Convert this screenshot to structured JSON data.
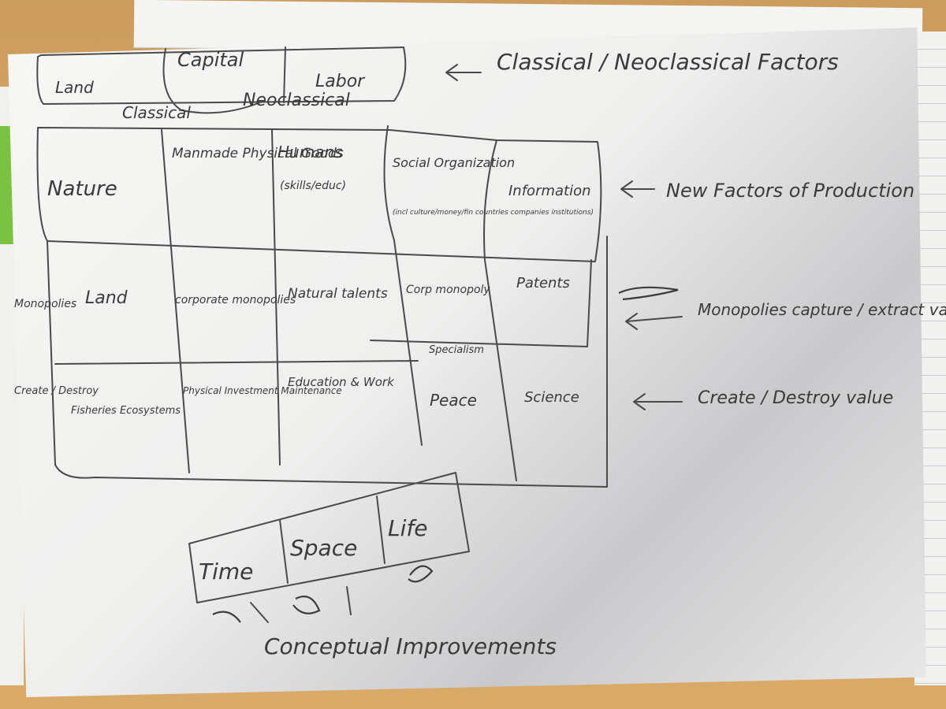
{
  "classical": {
    "factors": [
      "Land",
      "Capital",
      "Labor"
    ],
    "label_classical": "Classical",
    "label_neoclassical": "Neoclassical",
    "note": "Classical / Neoclassical Factors"
  },
  "new_factors": {
    "columns": [
      {
        "title": "Nature",
        "subtitle": ""
      },
      {
        "title": "Manmade Physical Goods",
        "subtitle": ""
      },
      {
        "title": "Humans",
        "subtitle": "(skills/educ)"
      },
      {
        "title": "Social Organization",
        "subtitle": "(incl culture/money/fin countries companies institutions)"
      },
      {
        "title": "Information",
        "subtitle": ""
      }
    ],
    "note": "New Factors of Production"
  },
  "monopolies": {
    "row_label": "Monopolies",
    "cells": [
      "Land",
      "corporate monopolies",
      "Natural talents",
      "Corp monopoly",
      "Patents"
    ],
    "note": "Monopolies capture / extract value"
  },
  "create_destroy": {
    "row_label": "Create / Destroy",
    "cells": [
      "Fisheries Ecosystems",
      "Physical Investment Maintenance",
      "Education & Work",
      "Peace",
      "Science"
    ],
    "specialism": "Specialism",
    "note": "Create / Destroy value"
  },
  "bottom": {
    "boxes": [
      "Time",
      "Space",
      "Life"
    ],
    "caption": "Conceptual Improvements"
  }
}
